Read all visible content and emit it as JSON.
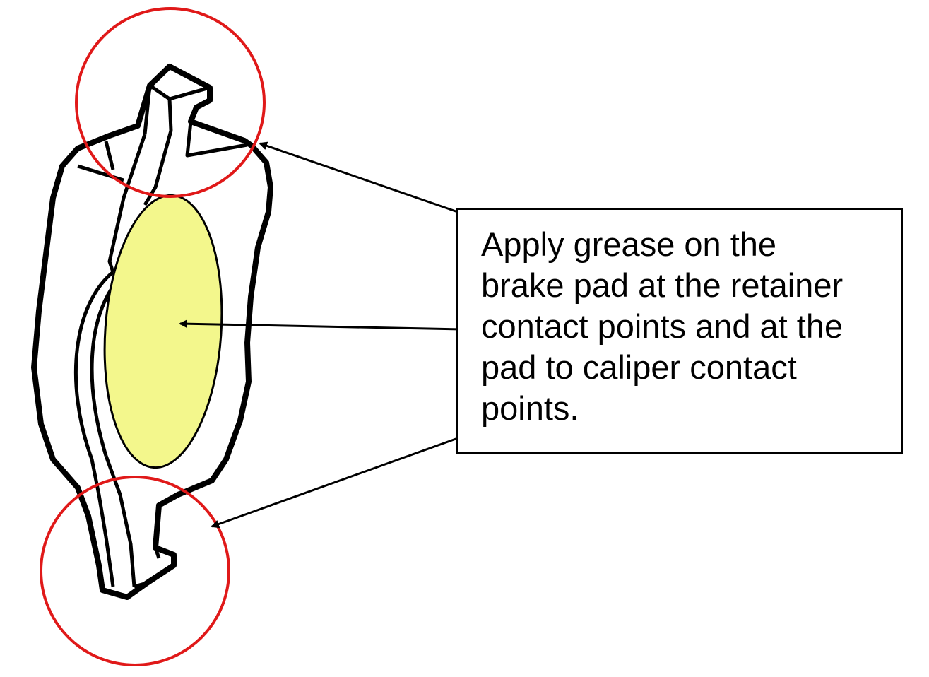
{
  "instruction": {
    "lines": [
      "Apply grease on the",
      "brake pad at the retainer",
      "contact points and at the",
      "pad to caliper contact",
      "points."
    ]
  },
  "colors": {
    "outline": "#000000",
    "highlight_circle": "#e01919",
    "grease_area": "#f3f78c",
    "background": "#ffffff"
  }
}
